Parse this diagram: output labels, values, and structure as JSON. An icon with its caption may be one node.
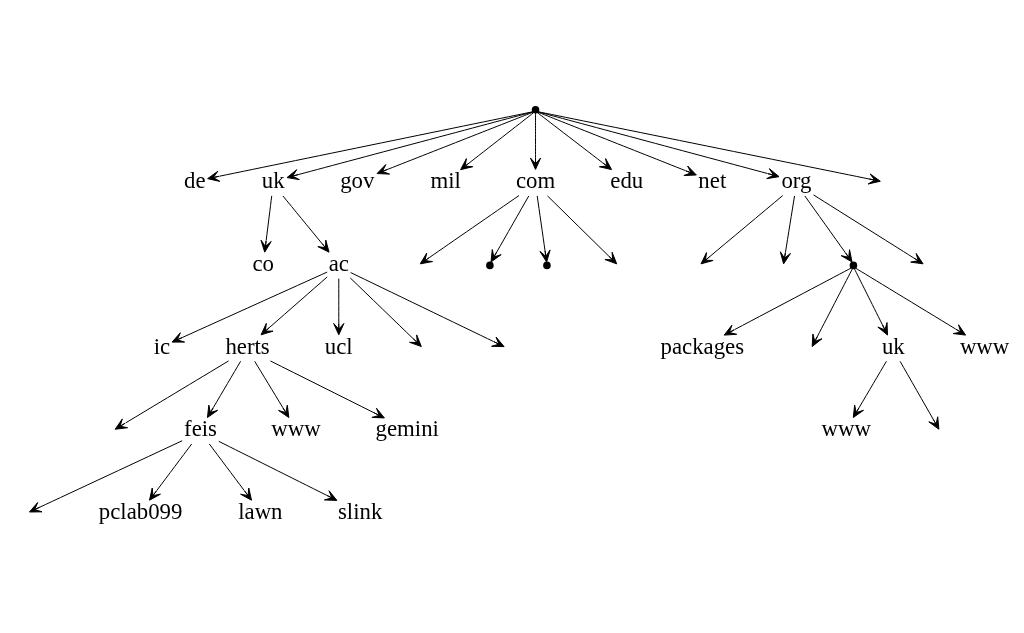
{
  "diagram": {
    "nodes": [
      {
        "text": [],
        "shape": "point"
      },
      {
        "text": [
          "de"
        ]
      },
      {
        "text": [
          "uk"
        ]
      },
      {
        "text": [
          "gov"
        ]
      },
      {
        "text": [
          "mil"
        ]
      },
      {
        "text": [
          "com"
        ]
      },
      {
        "text": [
          "edu"
        ]
      },
      {
        "text": [
          "net"
        ]
      },
      {
        "text": [
          "org"
        ]
      },
      {
        "text": [
          "co"
        ]
      },
      {
        "text": [
          "ac"
        ]
      },
      {
        "text": [],
        "shape": "point"
      },
      {
        "text": [],
        "shape": "point"
      },
      {
        "text": [],
        "shape": "point"
      },
      {
        "text": [
          "ic"
        ]
      },
      {
        "text": [
          "herts"
        ]
      },
      {
        "text": [
          "ucl"
        ]
      },
      {
        "text": [
          "packages"
        ]
      },
      {
        "text": [
          "uk"
        ]
      },
      {
        "text": [
          "www"
        ]
      },
      {
        "text": [
          "feis"
        ]
      },
      {
        "text": [
          "www"
        ]
      },
      {
        "text": [
          "gemini"
        ]
      },
      {
        "text": [
          "www"
        ]
      },
      {
        "text": [
          "pclab099"
        ]
      },
      {
        "text": [
          "lawn"
        ]
      },
      {
        "text": [
          "slink"
        ]
      }
    ],
    "edges": [
      {
        "from": 0,
        "to": 1,
        "arrow": "to"
      },
      {
        "from": 0,
        "to": 2,
        "arrow": "to"
      },
      {
        "from": 0,
        "to": 3,
        "arrow": "to"
      },
      {
        "from": 0,
        "to": 4,
        "arrow": "to"
      },
      {
        "from": 0,
        "to": 5,
        "arrow": "to"
      },
      {
        "from": 0,
        "to": 6,
        "arrow": "to"
      },
      {
        "from": 0,
        "to": 7,
        "arrow": "to"
      },
      {
        "from": 0,
        "to": 8,
        "arrow": "to"
      },
      {
        "from": 0,
        "to": null,
        "arrow": "to"
      },
      {
        "from": 2,
        "to": 9,
        "arrow": "to"
      },
      {
        "from": 2,
        "to": 10,
        "arrow": "to"
      },
      {
        "from": 5,
        "to": null,
        "arrow": "to"
      },
      {
        "from": 5,
        "to": 11,
        "arrow": "to"
      },
      {
        "from": 5,
        "to": 12,
        "arrow": "to"
      },
      {
        "from": 5,
        "to": null,
        "arrow": "to"
      },
      {
        "from": 8,
        "to": null,
        "arrow": "to"
      },
      {
        "from": 8,
        "to": null,
        "arrow": "to"
      },
      {
        "from": 8,
        "to": 13,
        "arrow": "to"
      },
      {
        "from": 8,
        "to": null,
        "arrow": "to"
      },
      {
        "from": 10,
        "to": 14,
        "arrow": "to"
      },
      {
        "from": 10,
        "to": 15,
        "arrow": "to"
      },
      {
        "from": 10,
        "to": 16,
        "arrow": "to"
      },
      {
        "from": 10,
        "to": null,
        "arrow": "to"
      },
      {
        "from": 10,
        "to": null,
        "arrow": "to"
      },
      {
        "from": 13,
        "to": 17,
        "arrow": "to"
      },
      {
        "from": 13,
        "to": null,
        "arrow": "to"
      },
      {
        "from": 13,
        "to": 18,
        "arrow": "to"
      },
      {
        "from": 13,
        "to": 19,
        "arrow": "to"
      },
      {
        "from": 15,
        "to": null,
        "arrow": "to"
      },
      {
        "from": 15,
        "to": 20,
        "arrow": "to"
      },
      {
        "from": 15,
        "to": 21,
        "arrow": "to"
      },
      {
        "from": 15,
        "to": 22,
        "arrow": "to"
      },
      {
        "from": 18,
        "to": 23,
        "arrow": "to"
      },
      {
        "from": 18,
        "to": null,
        "arrow": "to"
      },
      {
        "from": 20,
        "to": null,
        "arrow": "to"
      },
      {
        "from": 20,
        "to": 24,
        "arrow": "to"
      },
      {
        "from": 20,
        "to": 25,
        "arrow": "to"
      },
      {
        "from": 20,
        "to": 26,
        "arrow": "to"
      }
    ]
  }
}
